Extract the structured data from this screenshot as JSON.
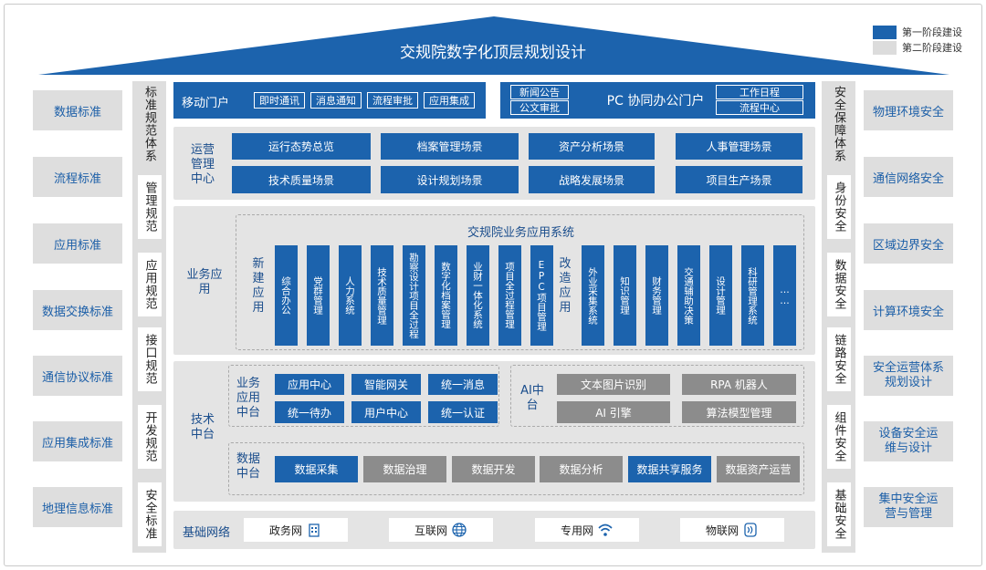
{
  "title": "交规院数字化顶层规划设计",
  "legend": [
    {
      "label": "第一阶段建设",
      "color": "#1c63ad"
    },
    {
      "label": "第二阶段建设",
      "color": "#dcdcdc"
    }
  ],
  "left_standards": [
    "数据标准",
    "流程标准",
    "应用标准",
    "数据交换标准",
    "通信协议标准",
    "应用集成标准",
    "地理信息标准"
  ],
  "left_vertical": {
    "header": "标准规范体系",
    "items": [
      "管理规范",
      "应用规范",
      "接口规范",
      "开发规范",
      "安全标准"
    ]
  },
  "right_vertical": {
    "header": "安全保障体系",
    "items": [
      "身份安全",
      "数据安全",
      "链路安全",
      "组件安全",
      "基础安全"
    ]
  },
  "right_security": [
    "物理环境安全",
    "通信网络安全",
    "区域边界安全",
    "计算环境安全",
    "安全运营体系规划设计",
    "设备安全运维与设计",
    "集中安全运营与管理"
  ],
  "mobile": {
    "label": "移动门户",
    "items": [
      "即时通讯",
      "消息通知",
      "流程审批",
      "应用集成"
    ]
  },
  "pc": {
    "label": "PC 协同办公门户",
    "left_items": [
      "新闻公告",
      "公文审批"
    ],
    "right_items": [
      "工作日程",
      "流程中心"
    ]
  },
  "ops": {
    "label": "运营管理中心",
    "row1": [
      "运行态势总览",
      "档案管理场景",
      "资产分析场景",
      "人事管理场景"
    ],
    "row2": [
      "技术质量场景",
      "设计规划场景",
      "战略发展场景",
      "项目生产场景"
    ]
  },
  "business": {
    "label": "业务应用",
    "system_title": "交规院业务应用系统",
    "new_label": "新建应用",
    "new_apps": [
      "综合办公",
      "党群管理",
      "人力系统",
      "技术质量管理",
      "勘察设计项目全过程",
      "数字化档案管理",
      "业财一体化系统",
      "项目全过程管理",
      "EPC项目管理"
    ],
    "reform_label": "改造应用",
    "reform_apps": [
      "外业采集系统",
      "知识管理",
      "财务管理",
      "交通辅助决策",
      "设计管理",
      "科研管理系统",
      "……"
    ]
  },
  "tech": {
    "label": "技术中台",
    "biz_label": "业务应用中台",
    "biz_row1": [
      "应用中心",
      "智能网关",
      "统一消息"
    ],
    "biz_row2": [
      "统一待办",
      "用户中心",
      "统一认证"
    ],
    "ai_label": "AI中台",
    "ai_row1": [
      "文本图片识别",
      "RPA 机器人"
    ],
    "ai_row2": [
      "AI 引擎",
      "算法模型管理"
    ],
    "data_label": "数据中台",
    "data_items": [
      "数据采集",
      "数据治理",
      "数据开发",
      "数据分析",
      "数据共享服务",
      "数据资产运营"
    ]
  },
  "network": {
    "label": "基础网络",
    "items": [
      {
        "label": "政务网",
        "icon": "building-icon"
      },
      {
        "label": "互联网",
        "icon": "globe-icon"
      },
      {
        "label": "专用网",
        "icon": "wifi-icon"
      },
      {
        "label": "物联网",
        "icon": "iot-icon"
      }
    ]
  }
}
